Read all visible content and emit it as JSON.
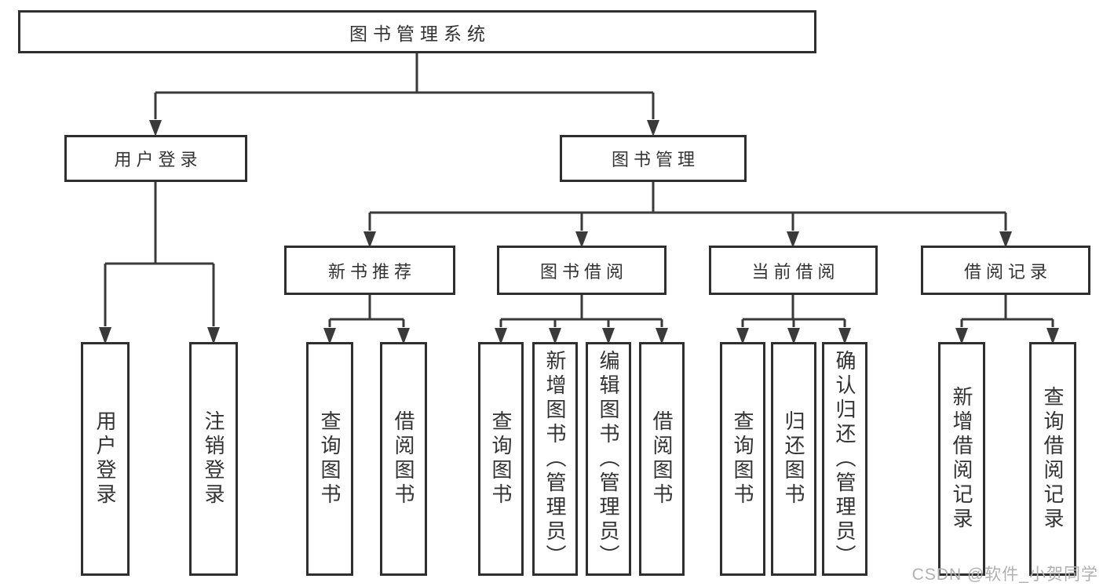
{
  "diagram": {
    "root": {
      "label": "图书管理系统"
    },
    "branches": [
      {
        "label": "用户登录",
        "leaves": [
          {
            "label": "用户登录"
          },
          {
            "label": "注销登录"
          }
        ]
      },
      {
        "label": "图书管理",
        "groups": [
          {
            "label": "新书推荐",
            "leaves": [
              {
                "label": "查询图书"
              },
              {
                "label": "借阅图书"
              }
            ]
          },
          {
            "label": "图书借阅",
            "leaves": [
              {
                "label": "查询图书"
              },
              {
                "label": "新增图书（管理员）"
              },
              {
                "label": "编辑图书（管理员）"
              },
              {
                "label": "借阅图书"
              }
            ]
          },
          {
            "label": "当前借阅",
            "leaves": [
              {
                "label": "查询图书"
              },
              {
                "label": "归还图书"
              },
              {
                "label": "确认归还（管理员）"
              }
            ]
          },
          {
            "label": "借阅记录",
            "leaves": [
              {
                "label": "新增借阅记录"
              },
              {
                "label": "查询借阅记录"
              }
            ]
          }
        ]
      }
    ]
  },
  "watermark": {
    "text": "CSDN @软件_小贺同学",
    "color": "#b0b0b0"
  },
  "colors": {
    "background": "#ffffff",
    "line": "#3a3a3a",
    "box_border": "#2f2f2f",
    "text": "#333333"
  }
}
